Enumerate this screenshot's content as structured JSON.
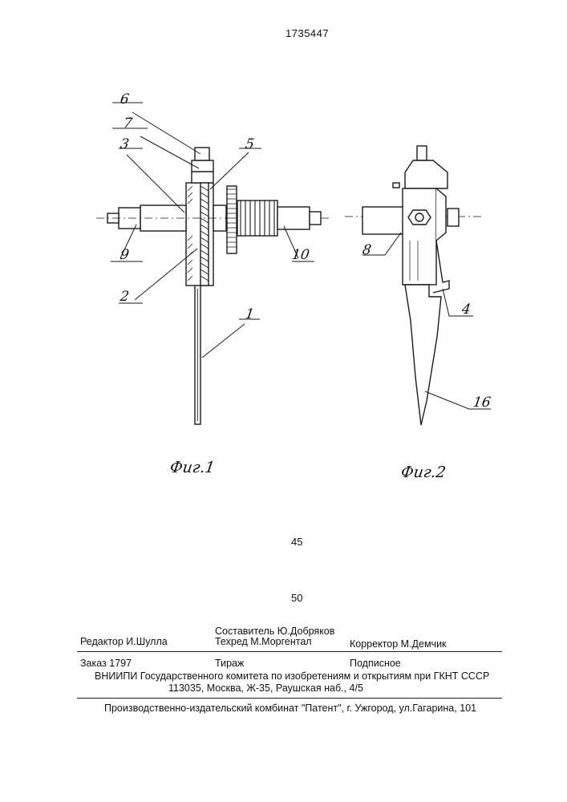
{
  "page_number": "1735447",
  "figures": {
    "fig1": {
      "caption": "Фиг.1",
      "labels": [
        "6",
        "7",
        "3",
        "5",
        "9",
        "2",
        "1",
        "10"
      ]
    },
    "fig2": {
      "caption": "Фиг.2",
      "labels": [
        "8",
        "4",
        "16"
      ]
    }
  },
  "line_numbers": [
    "45",
    "50"
  ],
  "footer": {
    "composer": "Составитель Ю.Добряков",
    "editor": "Редактор И.Шулла",
    "techred": "Техред М.Моргентал",
    "corrector": "Корректор М.Демчик",
    "order": "Заказ 1797",
    "circulation": "Тираж",
    "subscription": "Подписное",
    "org_line": "ВНИИПИ Государственного комитета по изобретениям и открытиям при ГКНТ СССР",
    "address_line": "113035, Москва, Ж-35, Раушская наб., 4/5",
    "publisher_line": "Производственно-издательский комбинат \"Патент\", г. Ужгород, ул.Гагарина, 101"
  }
}
